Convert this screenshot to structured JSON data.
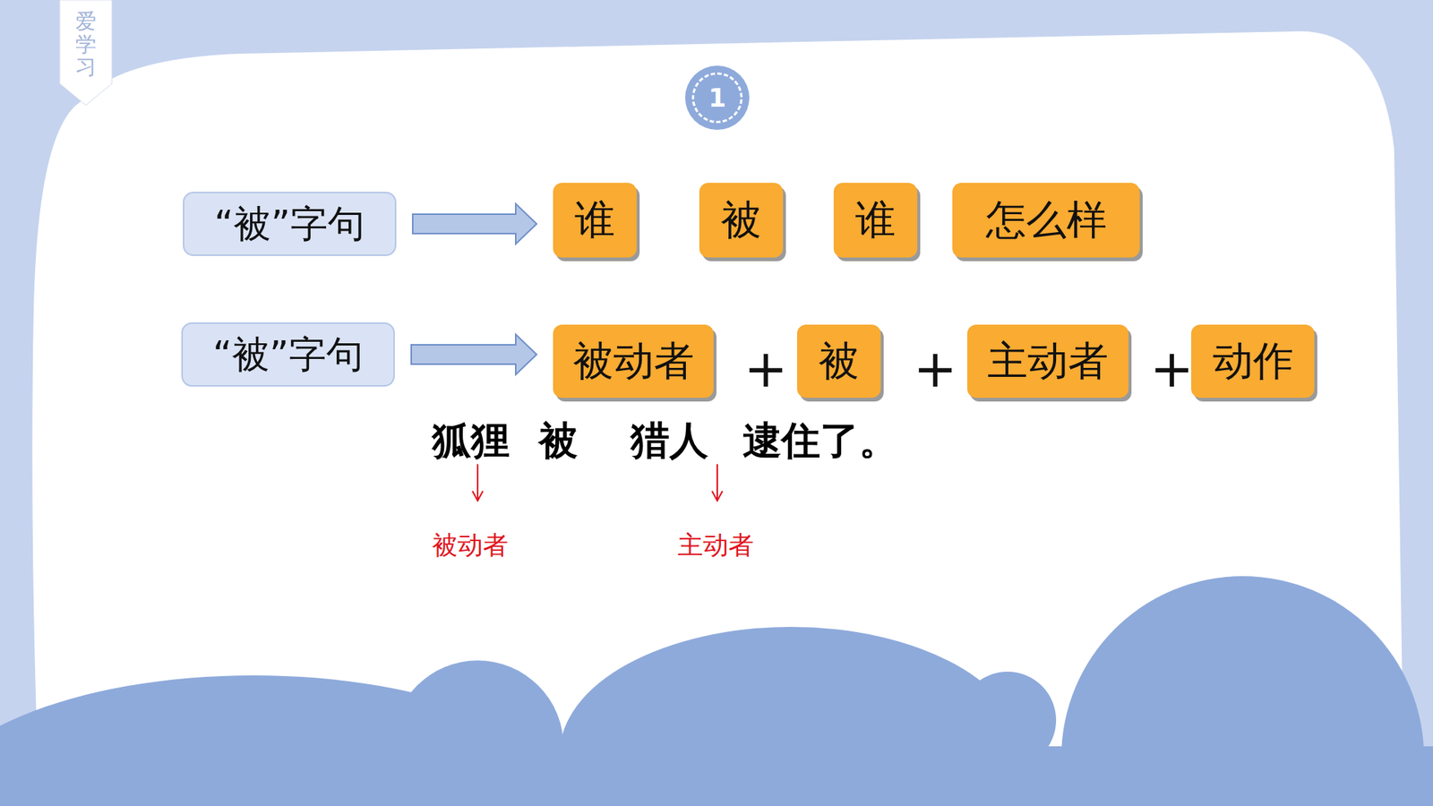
{
  "diagram": {
    "nodes": [
      {
        "text": [
          "爱学习"
        ]
      },
      {
        "text": [
          "1"
        ]
      },
      {
        "text": [
          "“被”字句"
        ]
      },
      {
        "text": [
          "谁"
        ]
      },
      {
        "text": [
          "被"
        ]
      },
      {
        "text": [
          "谁"
        ]
      },
      {
        "text": [
          "怎么样"
        ]
      },
      {
        "text": [
          "“被”字句"
        ]
      },
      {
        "text": [
          "被动者"
        ]
      },
      {
        "text": [
          "被"
        ]
      },
      {
        "text": [
          "主动者"
        ]
      },
      {
        "text": [
          "动作"
        ]
      }
    ],
    "edges": [
      {
        "from": 2,
        "to": 3,
        "arrow": "to"
      },
      {
        "from": 7,
        "to": 8,
        "arrow": "to"
      }
    ],
    "labels": [
      "+",
      "+",
      "+",
      "狐狸",
      "被",
      "猎人",
      "逮住了。",
      "被动者",
      "主动者"
    ]
  }
}
